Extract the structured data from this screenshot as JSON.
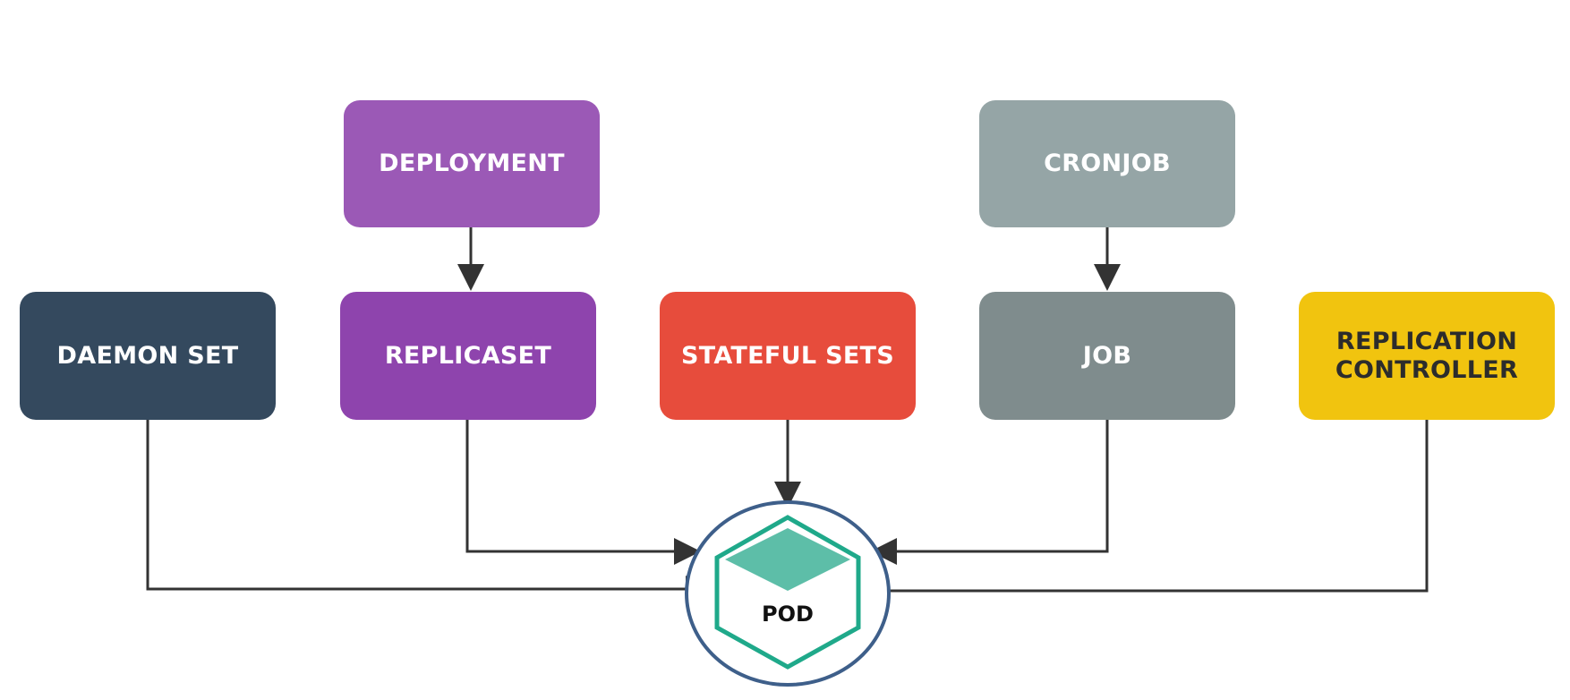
{
  "nodes": {
    "deployment": {
      "label": "DEPLOYMENT",
      "color": "#9B59B6",
      "text_color": "#FFFFFF"
    },
    "cronjob": {
      "label": "CRONJOB",
      "color": "#95A5A6",
      "text_color": "#FFFFFF"
    },
    "daemon_set": {
      "label": "DAEMON SET",
      "color": "#34495E",
      "text_color": "#FFFFFF"
    },
    "replicaset": {
      "label": "REPLICASET",
      "color": "#8E44AD",
      "text_color": "#FFFFFF"
    },
    "stateful_sets": {
      "label": "STATEFUL SETS",
      "color": "#E74C3C",
      "text_color": "#FFFFFF"
    },
    "job": {
      "label": "JOB",
      "color": "#7F8C8D",
      "text_color": "#FFFFFF"
    },
    "replication_controller": {
      "label_line1": "REPLICATION",
      "label_line2": "CONTROLLER",
      "color": "#F1C40F",
      "text_color": "#2C2C2C"
    }
  },
  "pod": {
    "label": "POD",
    "ring_color": "#3E5F8A",
    "hex_color": "#1FA98A",
    "diamond_color": "#5DBEA8"
  },
  "edges": [
    {
      "from": "DEPLOYMENT",
      "to": "REPLICASET"
    },
    {
      "from": "CRONJOB",
      "to": "JOB"
    },
    {
      "from": "DAEMON SET",
      "to": "POD"
    },
    {
      "from": "REPLICASET",
      "to": "POD"
    },
    {
      "from": "STATEFUL SETS",
      "to": "POD"
    },
    {
      "from": "JOB",
      "to": "POD"
    },
    {
      "from": "REPLICATION CONTROLLER",
      "to": "POD"
    }
  ],
  "wire_color": "#333333"
}
